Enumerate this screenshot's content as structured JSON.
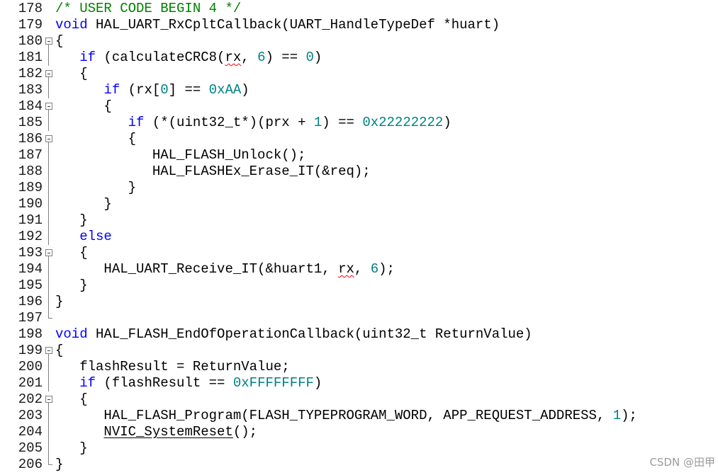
{
  "editor": {
    "watermark": "CSDN @田甲",
    "lines": [
      {
        "n": "178",
        "fold": "none",
        "tokens": [
          {
            "t": "/* USER CODE BEGIN 4 */",
            "c": "cm"
          }
        ]
      },
      {
        "n": "179",
        "fold": "none",
        "tokens": [
          {
            "t": "void",
            "c": "kw"
          },
          {
            "t": " HAL_UART_RxCpltCallback(UART_HandleTypeDef *huart)"
          }
        ]
      },
      {
        "n": "180",
        "fold": "open",
        "tokens": [
          {
            "t": "{"
          }
        ]
      },
      {
        "n": "181",
        "fold": "line",
        "tokens": [
          {
            "t": "   "
          },
          {
            "t": "if",
            "c": "kw"
          },
          {
            "t": " (calculateCRC8("
          },
          {
            "t": "rx",
            "c": "sq"
          },
          {
            "t": ", "
          },
          {
            "t": "6",
            "c": "num"
          },
          {
            "t": ") == "
          },
          {
            "t": "0",
            "c": "num"
          },
          {
            "t": ")"
          }
        ]
      },
      {
        "n": "182",
        "fold": "open",
        "tokens": [
          {
            "t": "   {"
          }
        ]
      },
      {
        "n": "183",
        "fold": "line",
        "tokens": [
          {
            "t": "      "
          },
          {
            "t": "if",
            "c": "kw"
          },
          {
            "t": " (rx["
          },
          {
            "t": "0",
            "c": "num"
          },
          {
            "t": "] == "
          },
          {
            "t": "0xAA",
            "c": "num"
          },
          {
            "t": ")"
          }
        ]
      },
      {
        "n": "184",
        "fold": "open",
        "tokens": [
          {
            "t": "      {"
          }
        ]
      },
      {
        "n": "185",
        "fold": "line",
        "tokens": [
          {
            "t": "         "
          },
          {
            "t": "if",
            "c": "kw"
          },
          {
            "t": " (*(uint32_t*)(prx + "
          },
          {
            "t": "1",
            "c": "num"
          },
          {
            "t": ") == "
          },
          {
            "t": "0x22222222",
            "c": "num"
          },
          {
            "t": ")"
          }
        ]
      },
      {
        "n": "186",
        "fold": "open",
        "tokens": [
          {
            "t": "         {"
          }
        ]
      },
      {
        "n": "187",
        "fold": "line",
        "tokens": [
          {
            "t": "            HAL_FLASH_Unlock();"
          }
        ]
      },
      {
        "n": "188",
        "fold": "line",
        "tokens": [
          {
            "t": "            HAL_FLASHEx_Erase_IT(&req);"
          }
        ]
      },
      {
        "n": "189",
        "fold": "line",
        "tokens": [
          {
            "t": "         }"
          }
        ]
      },
      {
        "n": "190",
        "fold": "line",
        "tokens": [
          {
            "t": "      }"
          }
        ]
      },
      {
        "n": "191",
        "fold": "line",
        "tokens": [
          {
            "t": "   }"
          }
        ]
      },
      {
        "n": "192",
        "fold": "line",
        "tokens": [
          {
            "t": "   "
          },
          {
            "t": "else",
            "c": "kw"
          }
        ]
      },
      {
        "n": "193",
        "fold": "open",
        "tokens": [
          {
            "t": "   {"
          }
        ]
      },
      {
        "n": "194",
        "fold": "line",
        "tokens": [
          {
            "t": "      HAL_UART_Receive_IT(&huart1, "
          },
          {
            "t": "rx",
            "c": "sq"
          },
          {
            "t": ", "
          },
          {
            "t": "6",
            "c": "num"
          },
          {
            "t": ");"
          }
        ]
      },
      {
        "n": "195",
        "fold": "line",
        "tokens": [
          {
            "t": "   }"
          }
        ]
      },
      {
        "n": "196",
        "fold": "line",
        "tokens": [
          {
            "t": "}"
          }
        ]
      },
      {
        "n": "197",
        "fold": "end",
        "tokens": []
      },
      {
        "n": "198",
        "fold": "none",
        "tokens": [
          {
            "t": "void",
            "c": "kw"
          },
          {
            "t": " HAL_FLASH_EndOfOperationCallback(uint32_t ReturnValue)"
          }
        ]
      },
      {
        "n": "199",
        "fold": "open",
        "tokens": [
          {
            "t": "{"
          }
        ]
      },
      {
        "n": "200",
        "fold": "line",
        "tokens": [
          {
            "t": "   flashResult = ReturnValue;"
          }
        ]
      },
      {
        "n": "201",
        "fold": "line",
        "tokens": [
          {
            "t": "   "
          },
          {
            "t": "if",
            "c": "kw"
          },
          {
            "t": " (flashResult == "
          },
          {
            "t": "0xFFFFFFFF",
            "c": "num"
          },
          {
            "t": ")"
          }
        ]
      },
      {
        "n": "202",
        "fold": "open",
        "tokens": [
          {
            "t": "   {"
          }
        ]
      },
      {
        "n": "203",
        "fold": "line",
        "tokens": [
          {
            "t": "      HAL_FLASH_Program(FLASH_TYPEPROGRAM_WORD, APP_REQUEST_ADDRESS, "
          },
          {
            "t": "1",
            "c": "num"
          },
          {
            "t": ");"
          }
        ]
      },
      {
        "n": "204",
        "fold": "line",
        "tokens": [
          {
            "t": "      "
          },
          {
            "t": "NVIC_SystemReset",
            "c": "ul"
          },
          {
            "t": "();"
          }
        ]
      },
      {
        "n": "205",
        "fold": "line",
        "tokens": [
          {
            "t": "   }"
          }
        ]
      },
      {
        "n": "206",
        "fold": "end",
        "tokens": [
          {
            "t": "}"
          }
        ]
      }
    ]
  }
}
